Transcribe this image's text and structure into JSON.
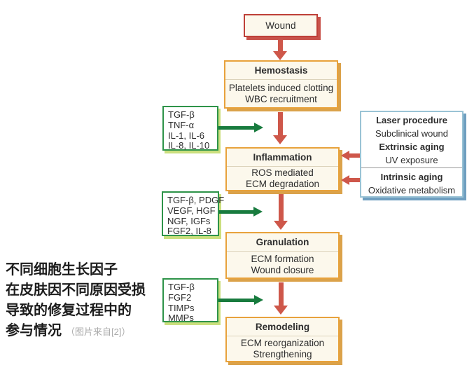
{
  "wound": {
    "label": "Wound"
  },
  "stages": [
    {
      "title": "Hemostasis",
      "lines": [
        "Platelets induced clotting",
        "WBC recruitment"
      ]
    },
    {
      "title": "Inflammation",
      "lines": [
        "ROS mediated",
        "ECM degradation"
      ]
    },
    {
      "title": "Granulation",
      "lines": [
        "ECM formation",
        "Wound closure"
      ]
    },
    {
      "title": "Remodeling",
      "lines": [
        "ECM reorganization",
        "Strengthening"
      ]
    }
  ],
  "factors": [
    {
      "lines": [
        "TGF-β",
        "TNF-α",
        "IL-1, IL-6",
        "IL-8, IL-10"
      ]
    },
    {
      "lines": [
        "TGF-β, PDGF",
        "VEGF, HGF",
        "NGF, IGFs",
        "FGF2, IL-8"
      ]
    },
    {
      "lines": [
        "TGF-β",
        "FGF2",
        "TIMPs",
        "MMPs"
      ]
    }
  ],
  "causes": {
    "sections": [
      {
        "lines": [
          "Laser procedure",
          "Subclinical wound",
          "Extrinsic aging",
          "UV exposure"
        ]
      },
      {
        "lines": [
          "Intrinsic aging",
          "Oxidative metabolism"
        ]
      }
    ]
  },
  "caption": {
    "lines": [
      "不同细胞生长因子",
      "在皮肤因不同原因受损",
      "导致的修复过程中的",
      "参与情况"
    ],
    "source": "（图片来自[2]）"
  },
  "arrows": {
    "flow_down": [
      "wound-to-hemostasis",
      "hemostasis-to-inflammation",
      "inflammation-to-granulation",
      "granulation-to-remodeling"
    ],
    "factor_inputs": [
      "factors-to-inflammation",
      "factors-to-granulation",
      "factors-to-remodeling"
    ],
    "cause_inputs": [
      "extrinsic-to-inflammation",
      "intrinsic-to-inflammation"
    ]
  },
  "colors": {
    "red-border": "#BE4038",
    "red-shadow": "#C8524A",
    "red-arrow": "#CE574A",
    "orange-border": "#E8A23C",
    "orange-shadow": "#DBA24A",
    "cream": "#FCF8EC",
    "green-border": "#2E9349",
    "green-shadow": "#CBDF7E",
    "green-arrow": "#187B3E",
    "blue-border": "#9AC3D5",
    "blue-shadow": "#6F9FC0",
    "stage-divider": "#DCD3BB",
    "blue-divider": "#9B9B9B",
    "text": "#2D2D2D",
    "caption-gray": "#ABABAB"
  }
}
